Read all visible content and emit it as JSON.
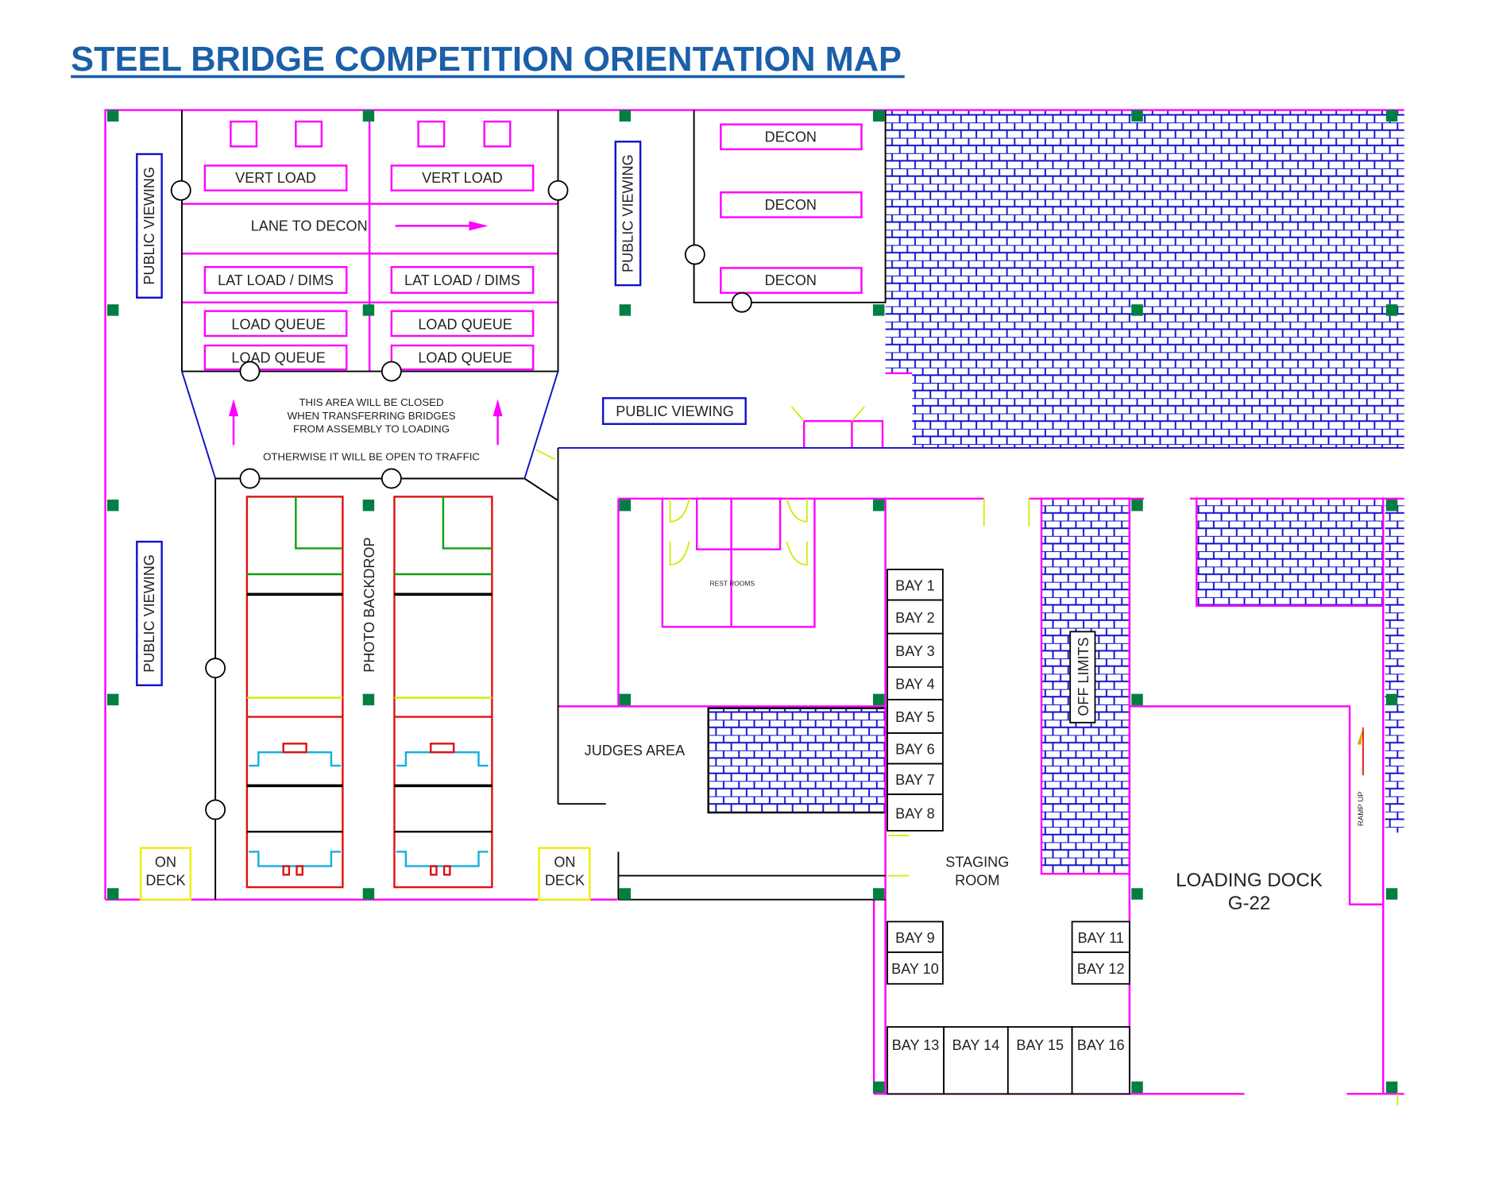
{
  "title": "STEEL BRIDGE COMPETITION ORIENTATION MAP",
  "colors": {
    "title": "#1a5fa8",
    "wall": "#ff00ff",
    "hatch": "#0000cc",
    "column": "#008040",
    "bridge": "#e01010",
    "door": "#ccee00"
  },
  "labels": {
    "vert_load": "VERT LOAD",
    "lane_to_decon": "LANE TO DECON",
    "lat_load": "LAT LOAD / DIMS",
    "load_queue": "LOAD QUEUE",
    "notice": [
      "THIS AREA WILL BE CLOSED",
      "WHEN TRANSFERRING BRIDGES",
      "FROM ASSEMBLY TO LOADING"
    ],
    "notice_open": "OTHERWISE IT WILL BE OPEN TO TRAFFIC",
    "public_viewing": "PUBLIC VIEWING",
    "photo_backdrop": "PHOTO BACKDROP",
    "on": "ON",
    "deck": "DECK",
    "decon": "DECON",
    "rest_rooms": "REST ROOMS",
    "judges_area": "JUDGES AREA",
    "off_limits": "OFF LIMITS",
    "staging": "STAGING",
    "room": "ROOM",
    "loading_dock": "LOADING DOCK",
    "dock_number": "G-22",
    "ramp_up": "RAMP UP"
  },
  "bays": [
    "BAY 1",
    "BAY 2",
    "BAY 3",
    "BAY 4",
    "BAY 5",
    "BAY 6",
    "BAY 7",
    "BAY 8",
    "BAY 9",
    "BAY 10",
    "BAY 11",
    "BAY 12",
    "BAY 13",
    "BAY 14",
    "BAY 15",
    "BAY 16"
  ]
}
